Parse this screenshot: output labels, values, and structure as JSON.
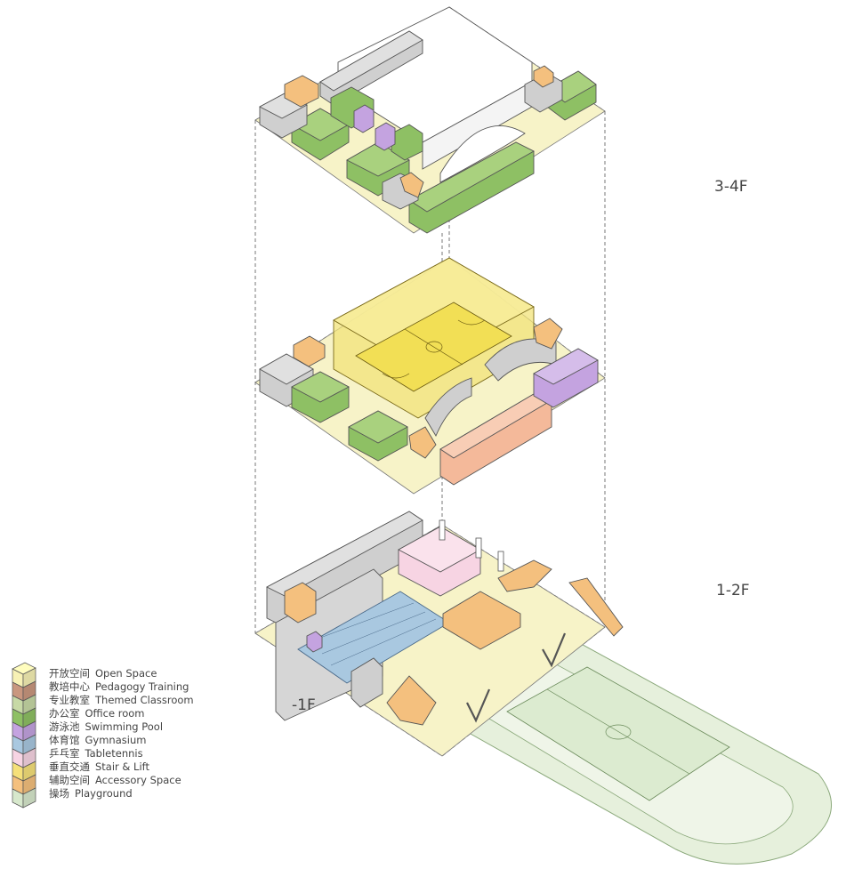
{
  "floor_labels": {
    "upper": "3-4F",
    "middle": "1-2F",
    "basement": "-1F"
  },
  "legend": [
    {
      "cn": "开放空间",
      "en": "Open Space",
      "color": "#F7F1B5"
    },
    {
      "cn": "教培中心",
      "en": "Pedagogy Training",
      "color": "#C9977F"
    },
    {
      "cn": "专业教室",
      "en": "Themed Classroom",
      "color": "#C7D9A6"
    },
    {
      "cn": "办公室",
      "en": "Office room",
      "color": "#8EC064"
    },
    {
      "cn": "游泳池",
      "en": "Swimming Pool",
      "color": "#C4A3E0"
    },
    {
      "cn": "体育馆",
      "en": "Gymnasium",
      "color": "#A9C8E0"
    },
    {
      "cn": "乒乓室",
      "en": "Tabletennis",
      "color": "#F7D4E3"
    },
    {
      "cn": "垂直交通",
      "en": "Stair & Lift",
      "color": "#F5E07A"
    },
    {
      "cn": "辅助空间",
      "en": "Accessory Space",
      "color": "#F4C07E"
    },
    {
      "cn": "操场",
      "en": "Playground",
      "color": "#D7E8CC"
    }
  ]
}
